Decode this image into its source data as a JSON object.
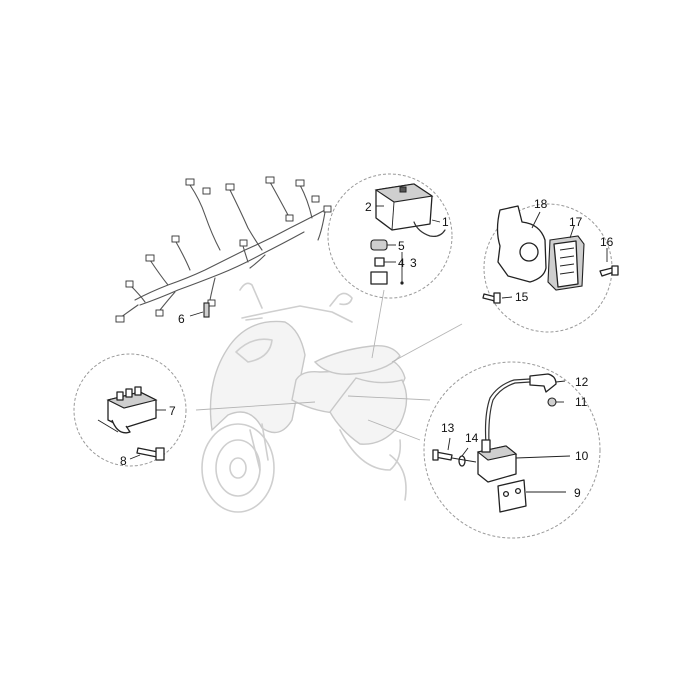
{
  "callouts": {
    "n1": "1",
    "n2": "2",
    "n3": "3",
    "n4": "4",
    "n5": "5",
    "n6": "6",
    "n7": "7",
    "n8": "8",
    "n9": "9",
    "n10": "10",
    "n11": "11",
    "n12": "12",
    "n13": "13",
    "n14": "14",
    "n15": "15",
    "n16": "16",
    "n17": "17",
    "n18": "18"
  },
  "colors": {
    "line": "#222222",
    "scooter_ghost": "#cfcfcf",
    "callout_circle": "#9a9a9a"
  }
}
